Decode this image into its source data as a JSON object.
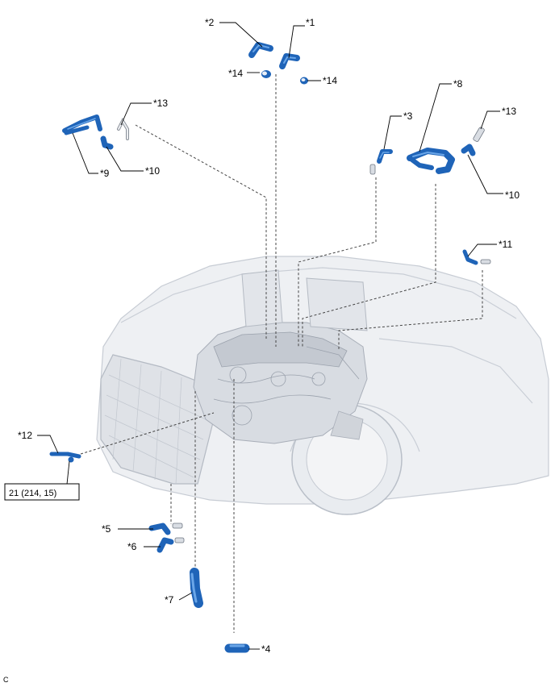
{
  "callouts": {
    "c1": "*1",
    "c2": "*2",
    "c3": "*3",
    "c4": "*4",
    "c5": "*5",
    "c6": "*6",
    "c7": "*7",
    "c8": "*8",
    "c9": "*9",
    "c10a": "*10",
    "c10b": "*10",
    "c11": "*11",
    "c12": "*12",
    "c13a": "*13",
    "c13b": "*13",
    "c14a": "*14",
    "c14b": "*14"
  },
  "torque_spec": "21 (214, 15)",
  "corner_code": "C",
  "colors": {
    "hose": "#1f64b8",
    "hose_highlight": "#6aa6e8",
    "leader": "#000000",
    "car_body": "#eef0f3"
  }
}
